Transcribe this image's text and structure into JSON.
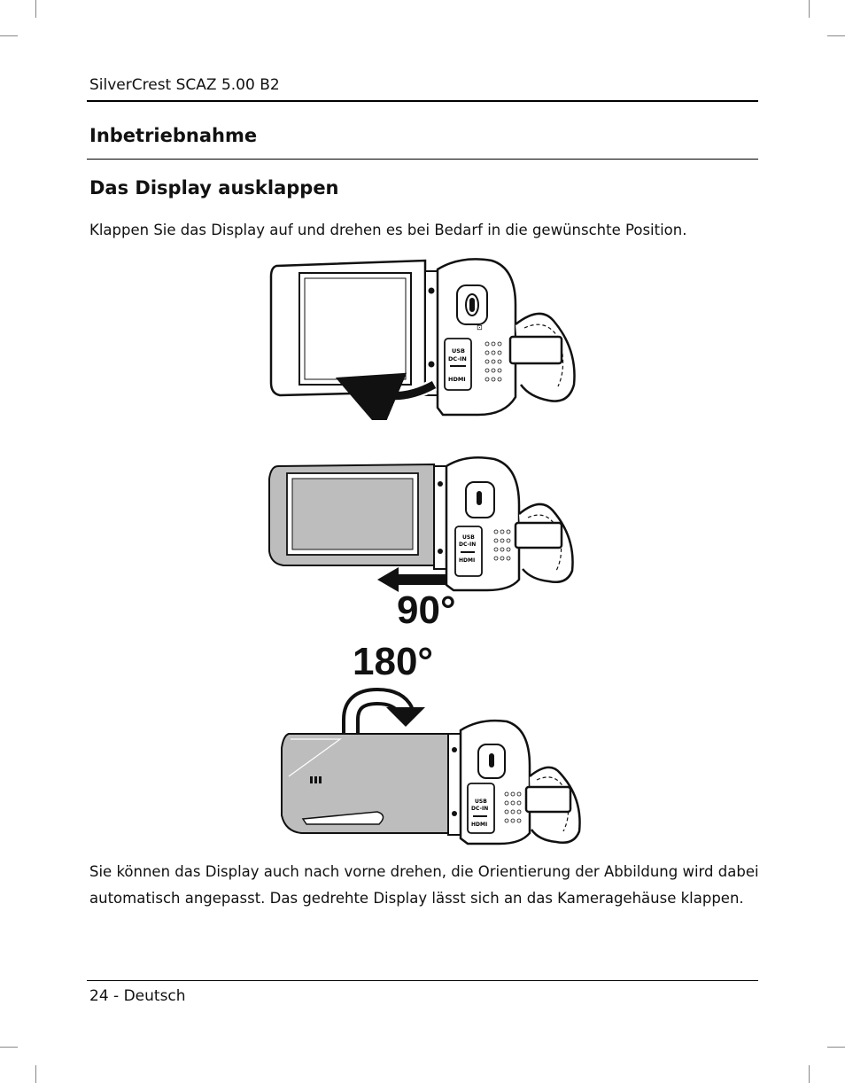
{
  "header": {
    "text": "SilverCrest SCAZ 5.00 B2"
  },
  "section": {
    "title": "Inbetriebnahme"
  },
  "subsection": {
    "title": "Das Display ausklappen"
  },
  "intro": {
    "text": "Klappen Sie das Display auf und drehen es bei Bedarf in die gewünschte Position."
  },
  "figures": {
    "camera_ports": {
      "usb": "USB",
      "dcin": "DC-IN",
      "hdmi": "HDMI"
    },
    "angle_90": "90°",
    "angle_180": "180°"
  },
  "body": {
    "text": "Sie können das Display auch nach vorne drehen, die Orientierung der Abbildung wird dabei automatisch angepasst. Das gedrehte Display lässt sich an das Kameragehäuse klappen."
  },
  "footer": {
    "text": "24 - Deutsch"
  },
  "colors": {
    "text": "#111111",
    "display_gray": "#bdbdbd",
    "rule": "#000000"
  }
}
